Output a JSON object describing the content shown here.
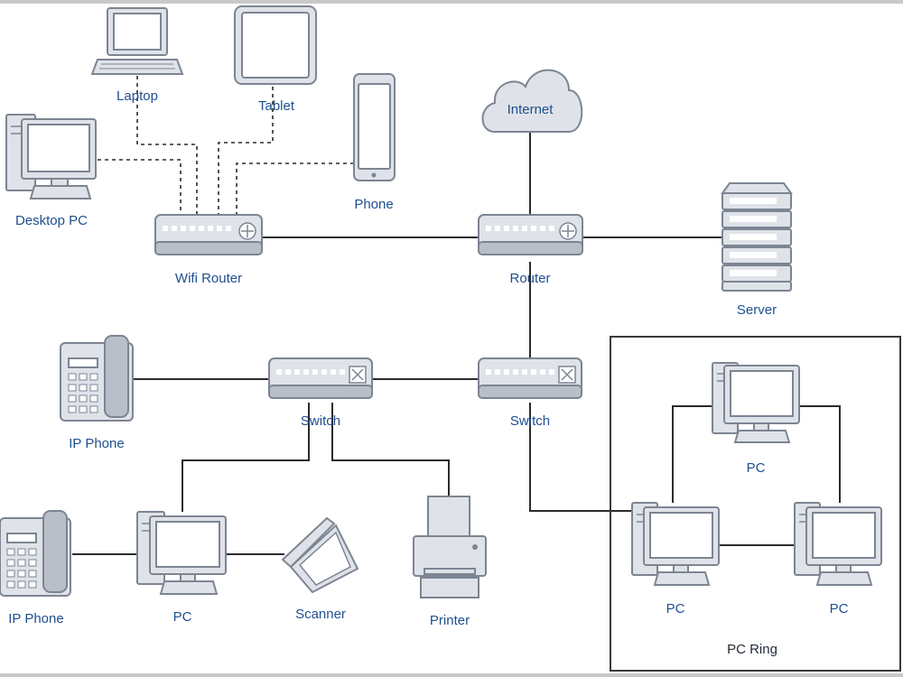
{
  "diagram": {
    "colors": {
      "label": "#1f4f8f",
      "device_fill": "#dfe3e9",
      "device_stroke": "#7d8592",
      "wire": "#2b2b2b",
      "frame_border": "#c9c9c9"
    },
    "nodes": {
      "laptop": {
        "label": "Laptop",
        "icon": "laptop-icon"
      },
      "tablet": {
        "label": "Tablet",
        "icon": "tablet-icon"
      },
      "phone": {
        "label": "Phone",
        "icon": "phone-icon"
      },
      "desktop_pc": {
        "label": "Desktop PC",
        "icon": "desktop-pc-icon"
      },
      "wifi_router": {
        "label": "Wifi Router",
        "icon": "router-icon"
      },
      "internet": {
        "label": "Internet",
        "icon": "cloud-icon"
      },
      "router": {
        "label": "Router",
        "icon": "router-icon"
      },
      "server": {
        "label": "Server",
        "icon": "server-icon"
      },
      "ip_phone_1": {
        "label": "IP Phone",
        "icon": "ip-phone-icon"
      },
      "switch_1": {
        "label": "Switch",
        "icon": "switch-icon"
      },
      "switch_2": {
        "label": "Switch",
        "icon": "switch-icon"
      },
      "ip_phone_2": {
        "label": "IP Phone",
        "icon": "ip-phone-icon"
      },
      "pc_1": {
        "label": "PC",
        "icon": "pc-icon"
      },
      "scanner": {
        "label": "Scanner",
        "icon": "scanner-icon"
      },
      "printer": {
        "label": "Printer",
        "icon": "printer-icon"
      },
      "ring_pc_top": {
        "label": "PC",
        "icon": "pc-icon"
      },
      "ring_pc_left": {
        "label": "PC",
        "icon": "pc-icon"
      },
      "ring_pc_right": {
        "label": "PC",
        "icon": "pc-icon"
      }
    },
    "groups": {
      "pc_ring": {
        "label": "PC Ring"
      }
    },
    "connections": [
      {
        "from": "laptop",
        "to": "wifi_router",
        "type": "wireless"
      },
      {
        "from": "tablet",
        "to": "wifi_router",
        "type": "wireless"
      },
      {
        "from": "phone",
        "to": "wifi_router",
        "type": "wireless"
      },
      {
        "from": "desktop_pc",
        "to": "wifi_router",
        "type": "wireless"
      },
      {
        "from": "wifi_router",
        "to": "router",
        "type": "wired"
      },
      {
        "from": "internet",
        "to": "router",
        "type": "wired"
      },
      {
        "from": "router",
        "to": "server",
        "type": "wired"
      },
      {
        "from": "router",
        "to": "switch_2",
        "type": "wired"
      },
      {
        "from": "switch_1",
        "to": "switch_2",
        "type": "wired"
      },
      {
        "from": "ip_phone_1",
        "to": "switch_1",
        "type": "wired"
      },
      {
        "from": "switch_1",
        "to": "pc_1",
        "type": "wired"
      },
      {
        "from": "switch_1",
        "to": "printer",
        "type": "wired"
      },
      {
        "from": "ip_phone_2",
        "to": "pc_1",
        "type": "wired"
      },
      {
        "from": "pc_1",
        "to": "scanner",
        "type": "wired"
      },
      {
        "from": "switch_2",
        "to": "ring_pc_left",
        "type": "wired"
      },
      {
        "from": "ring_pc_top",
        "to": "ring_pc_left",
        "type": "wired"
      },
      {
        "from": "ring_pc_top",
        "to": "ring_pc_right",
        "type": "wired"
      },
      {
        "from": "ring_pc_left",
        "to": "ring_pc_right",
        "type": "wired"
      }
    ]
  }
}
